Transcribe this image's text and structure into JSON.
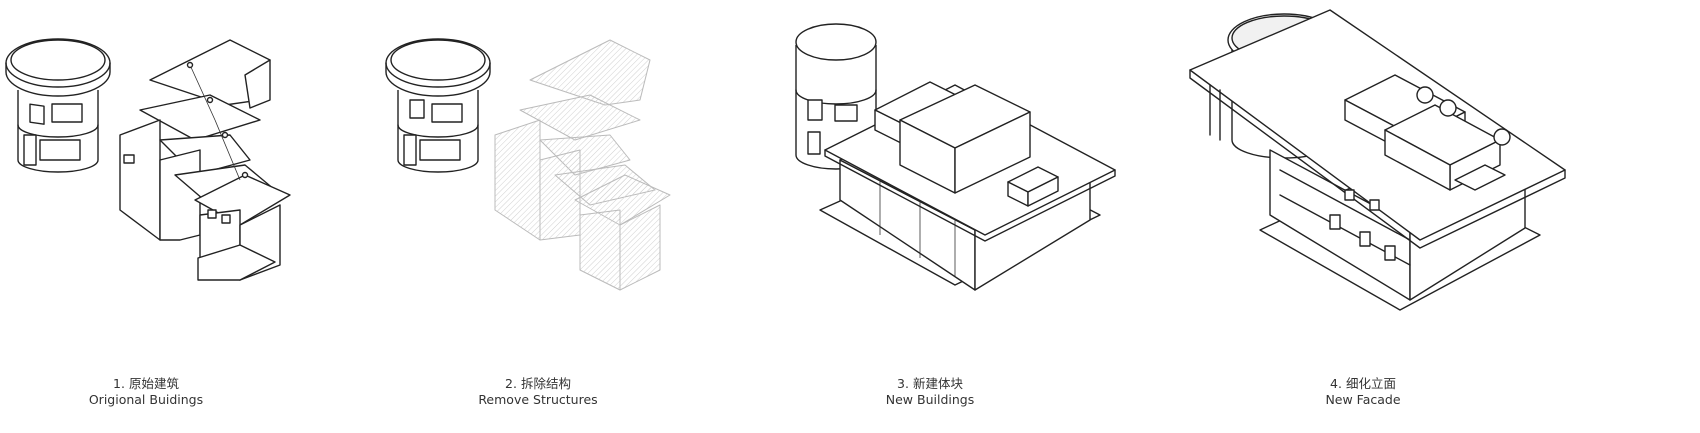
{
  "steps": [
    {
      "number_title": "1. 原始建筑",
      "subtitle": "Origional Buidings"
    },
    {
      "number_title": "2. 拆除结构",
      "subtitle": "Remove Structures"
    },
    {
      "number_title": "3. 新建体块",
      "subtitle": "New Buildings"
    },
    {
      "number_title": "4. 细化立面",
      "subtitle": "New Facade"
    }
  ],
  "colors": {
    "line": "#222222",
    "ghost": "#bbbbbb",
    "fill_light": "#f1f1f1"
  }
}
